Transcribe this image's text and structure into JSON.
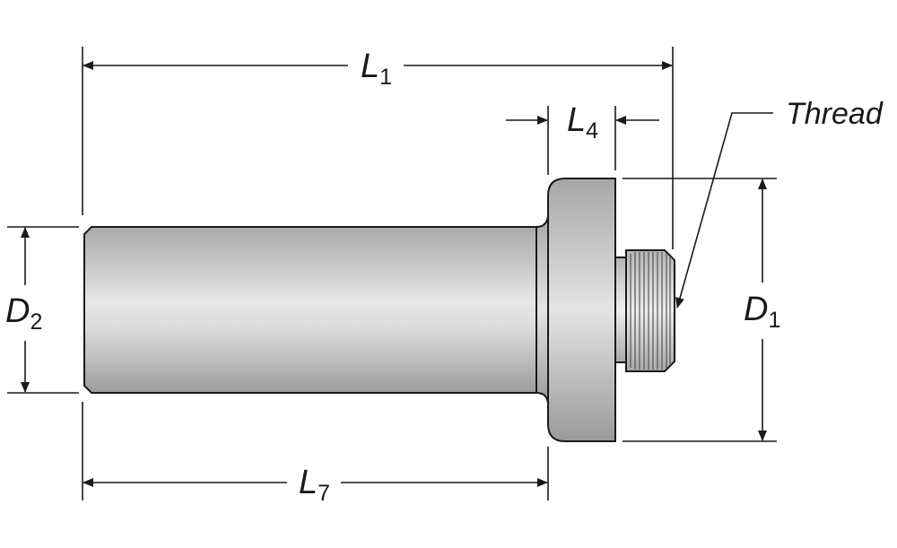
{
  "labels": {
    "l1_main": "L",
    "l1_sub": "1",
    "l4_main": "L",
    "l4_sub": "4",
    "l7_main": "L",
    "l7_sub": "7",
    "d1_main": "D",
    "d1_sub": "1",
    "d2_main": "D",
    "d2_sub": "2",
    "thread": "Thread"
  }
}
